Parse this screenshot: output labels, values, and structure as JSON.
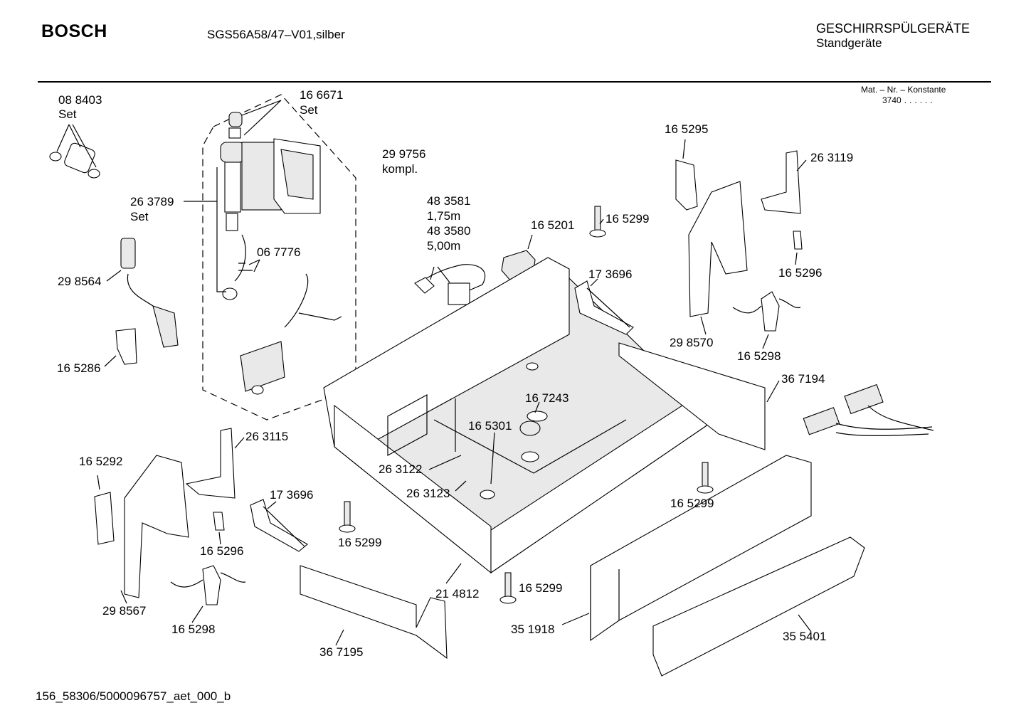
{
  "header": {
    "brand": "BOSCH",
    "model": "SGS56A58/47–V01,silber",
    "category": "GESCHIRRSPÜLGERÄTE",
    "subcategory": "Standgeräte",
    "mat_label": "Mat. – Nr. – Konstante",
    "mat_value": "3740",
    "mat_dots": "......"
  },
  "parts": {
    "p088403": "08 8403",
    "p088403_set": "Set",
    "p166671": "16 6671",
    "p166671_set": "Set",
    "p299756": "29 9756",
    "p299756_kompl": "kompl.",
    "p263789": "26 3789",
    "p263789_set": "Set",
    "p298564": "29 8564",
    "p067776": "06 7776",
    "p165286": "16 5286",
    "p483581": "48 3581",
    "len_a": "1,75m",
    "p483580": "48 3580",
    "len_b": "5,00m",
    "p165201": "16 5201",
    "p165299_a": "16 5299",
    "p165295": "16 5295",
    "p263119": "26 3119",
    "p165296_a": "16 5296",
    "p173696_a": "17 3696",
    "p298570": "29 8570",
    "p165298_a": "16 5298",
    "p367194": "36 7194",
    "p167243": "16 7243",
    "p165301": "16 5301",
    "p263115": "26 3115",
    "p165292": "16 5292",
    "p263122": "26 3122",
    "p263123": "26 3123",
    "p173696_b": "17 3696",
    "p165299_b": "16 5299",
    "p165299_c": "16 5299",
    "p165296_b": "16 5296",
    "p298567": "29 8567",
    "p165298_b": "16 5298",
    "p214812": "21 4812",
    "p165299_d": "16 5299",
    "p367195": "36 7195",
    "p351918": "35 1918",
    "p355401": "35 5401"
  },
  "footer": {
    "code": "156_58306/5000096757_aet_000_b"
  }
}
